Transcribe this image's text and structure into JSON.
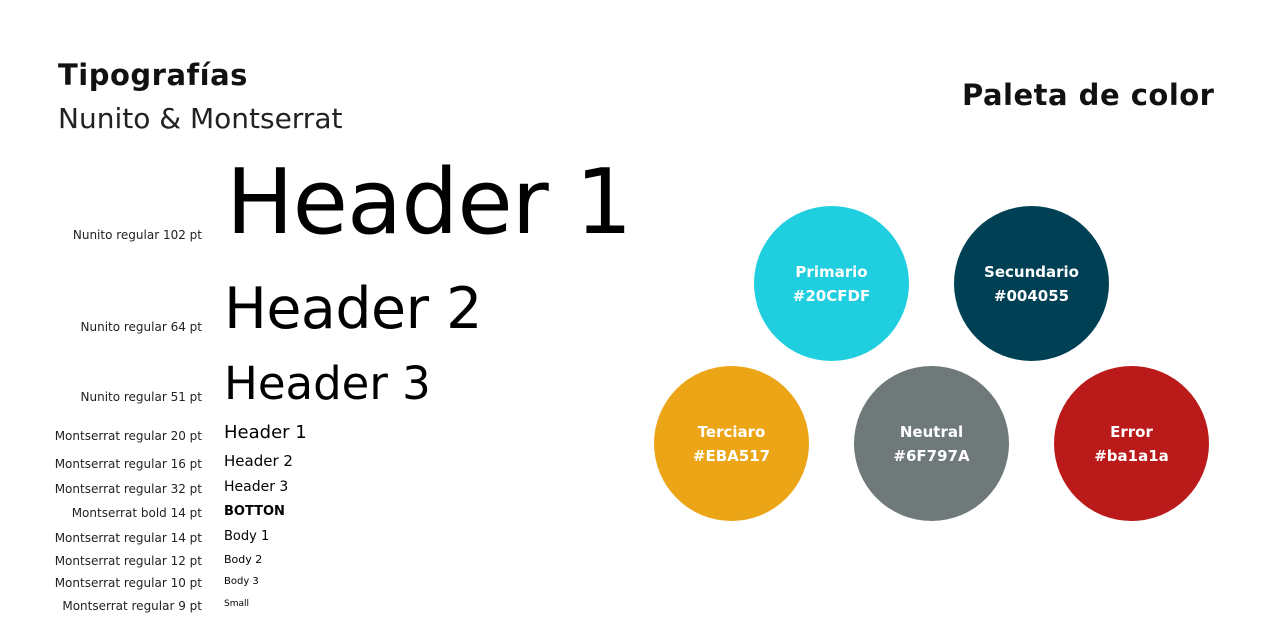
{
  "typography": {
    "title": "Tipografías",
    "subtitle": "Nunito & Montserrat",
    "rows": [
      {
        "label": "Nunito regular 102 pt",
        "sample": "Header 1"
      },
      {
        "label": "Nunito regular 64 pt",
        "sample": "Header 2"
      },
      {
        "label": "Nunito regular 51 pt",
        "sample": "Header 3"
      },
      {
        "label": "Montserrat regular 20 pt",
        "sample": "Header 1"
      },
      {
        "label": "Montserrat regular 16 pt",
        "sample": "Header 2"
      },
      {
        "label": "Montserrat regular 32 pt",
        "sample": "Header 3"
      },
      {
        "label": "Montserrat bold 14 pt",
        "sample": "BOTTON"
      },
      {
        "label": "Montserrat regular 14 pt",
        "sample": "Body 1"
      },
      {
        "label": "Montserrat regular 12 pt",
        "sample": "Body 2"
      },
      {
        "label": "Montserrat regular 10 pt",
        "sample": "Body 3"
      },
      {
        "label": "Montserrat regular 9 pt",
        "sample": "Small"
      }
    ]
  },
  "palette": {
    "title": "Paleta de color",
    "colors": [
      {
        "name": "Primario",
        "code": "#20CFDF",
        "hex": "#20CFDF"
      },
      {
        "name": "Secundario",
        "code": "#004055",
        "hex": "#004055"
      },
      {
        "name": "Terciaro",
        "code": "#EBA517",
        "hex": "#EBA517"
      },
      {
        "name": "Neutral",
        "code": "#6F797A",
        "hex": "#6F797A"
      },
      {
        "name": "Error",
        "code": "#ba1a1a",
        "hex": "#BA1A1A"
      }
    ]
  }
}
